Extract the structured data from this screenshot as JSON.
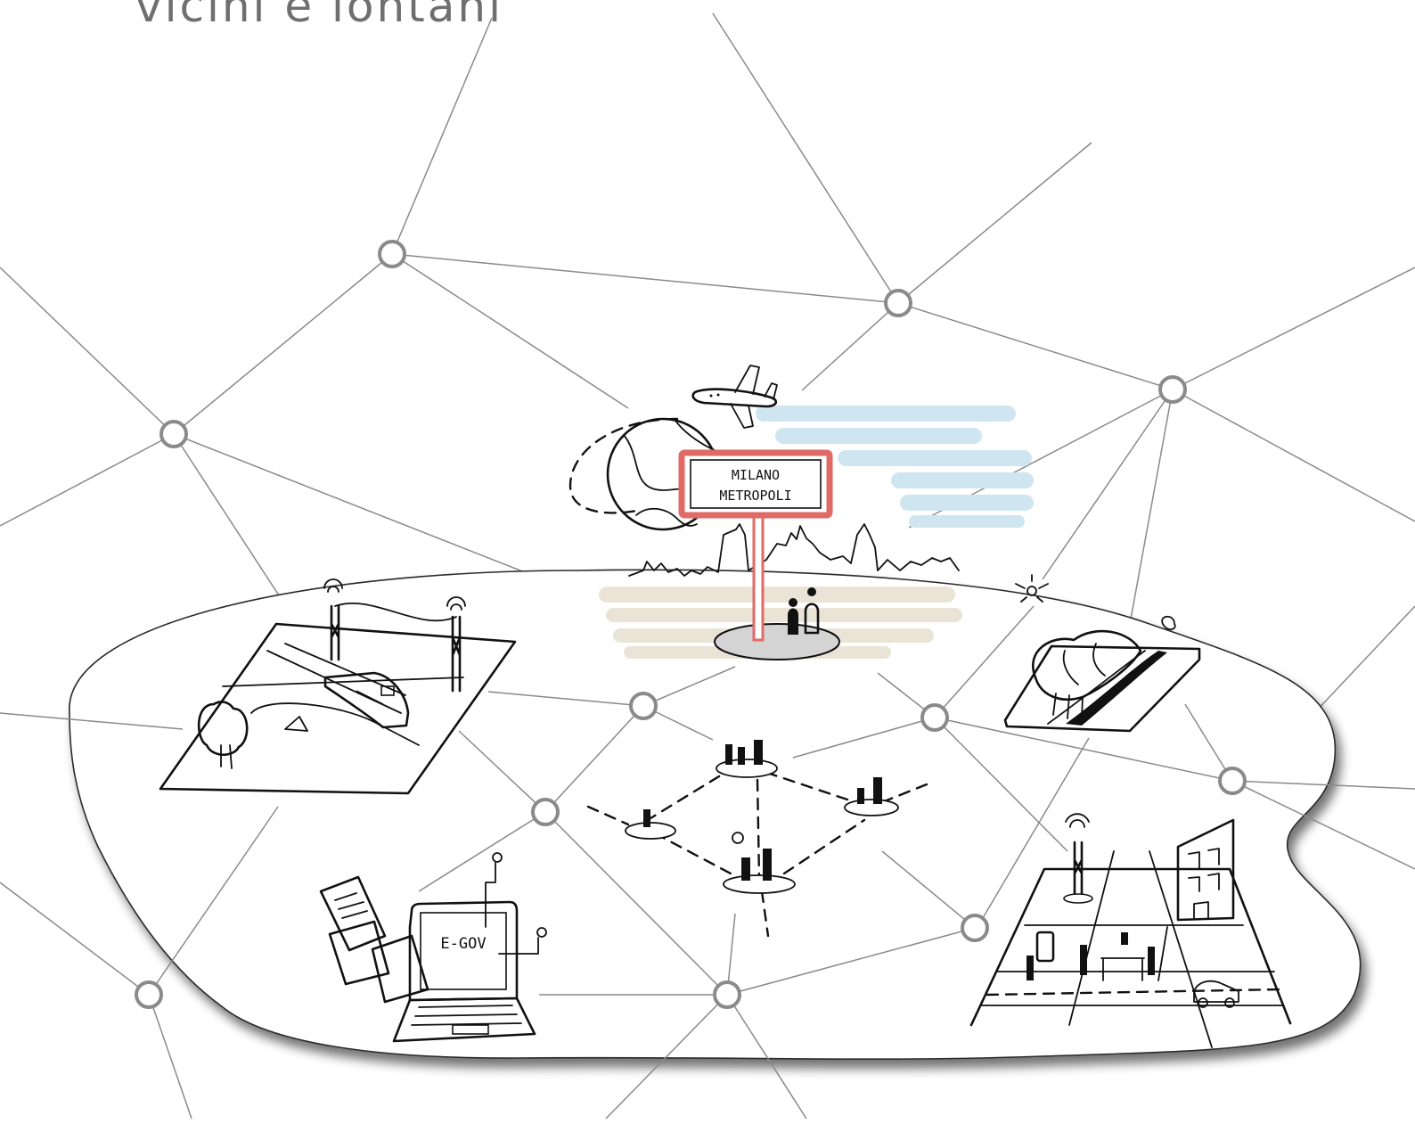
{
  "heading": "vicini e lontani",
  "city_sign": {
    "line1": "MILANO",
    "line2": "METROPOLI"
  },
  "laptop_screen": "E-GOV",
  "colors": {
    "network_line": "#8a8a8a",
    "node_stroke": "#8a8a8a",
    "ink": "#111111",
    "sign_border": "#e06a66",
    "sky_blue": "#cfe6f0",
    "ground_beige": "#e9e4d6"
  }
}
